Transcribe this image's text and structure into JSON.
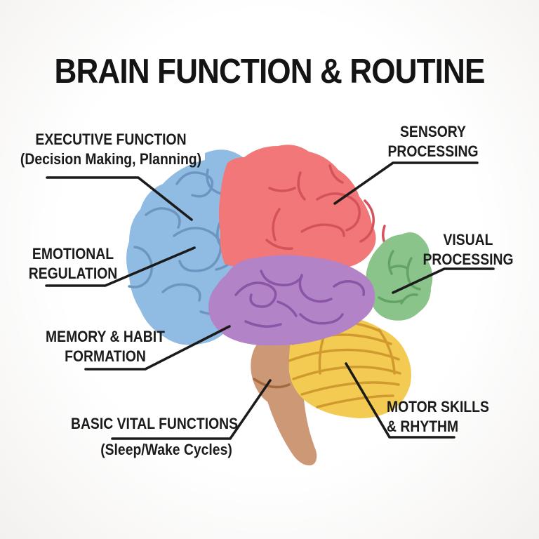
{
  "title": "BRAIN FUNCTION & ROUTINE",
  "colors": {
    "background": "#fdfdfd",
    "text": "#1b1b1b",
    "leader": "#1b1b1b"
  },
  "regions": {
    "frontal": {
      "function": "Executive Function",
      "fill": "#90bce3",
      "stroke": "#6d95c2"
    },
    "parietal": {
      "function": "Sensory Processing",
      "fill": "#f17779",
      "stroke": "#d5525b"
    },
    "occipital": {
      "function": "Visual Processing",
      "fill": "#8ac48a",
      "stroke": "#62a465"
    },
    "temporal": {
      "function": "Memory & Habit Formation",
      "fill": "#b383c7",
      "stroke": "#8a55a6"
    },
    "cerebellum": {
      "function": "Motor Skills & Rhythm",
      "fill": "#f3cb52",
      "stroke": "#d09a2e"
    },
    "brainstem": {
      "function": "Basic Vital Functions",
      "fill": "#cd9876",
      "stroke": "#a5693f"
    }
  },
  "labels": {
    "executive": {
      "line1": "EXECUTIVE FUNCTION",
      "line2": "(Decision Making, Planning)"
    },
    "sensory": {
      "line1": "SENSORY",
      "line2": "PROCESSING"
    },
    "visual": {
      "line1": "VISUAL",
      "line2": "PROCESSING"
    },
    "emotional": {
      "line1": "EMOTIONAL",
      "line2": "REGULATION"
    },
    "memory": {
      "line1": "MEMORY & HABIT",
      "line2": "FORMATION"
    },
    "basic": {
      "line1": "BASIC VITAL FUNCTIONS",
      "line2": "(Sleep/Wake Cycles)"
    },
    "motor": {
      "line1": "MOTOR SKILLS",
      "line2": "& RHYTHM"
    }
  }
}
